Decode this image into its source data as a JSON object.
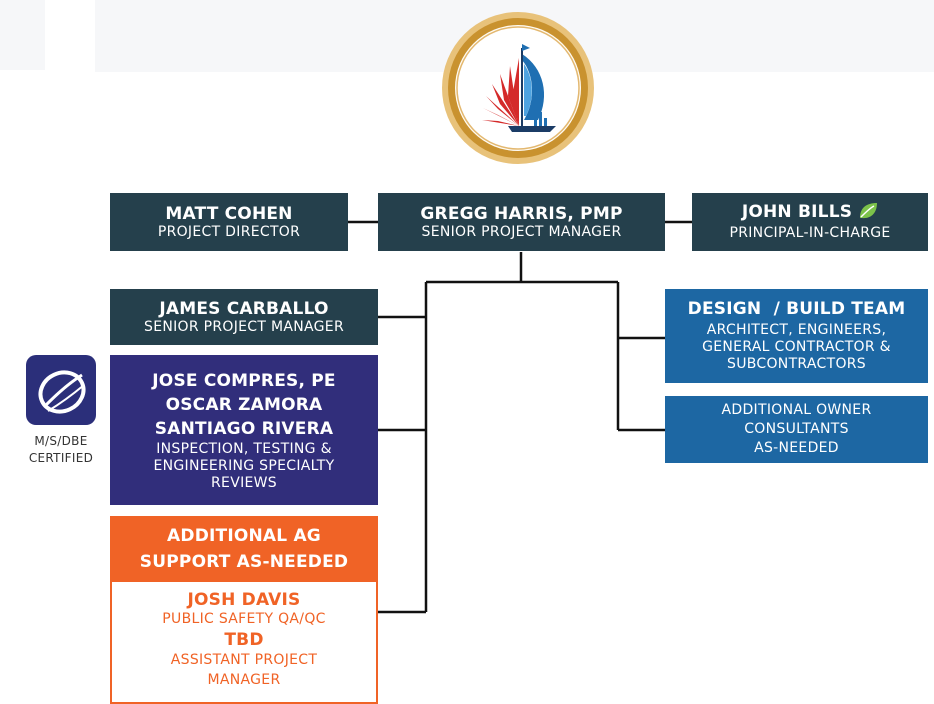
{
  "top_row": {
    "left": {
      "name": "MATT COHEN",
      "role": "PROJECT DIRECTOR"
    },
    "center": {
      "name": "GREGG HARRIS, PMP",
      "role": "SENIOR PROJECT MANAGER"
    },
    "right": {
      "name": "JOHN BILLS",
      "role": "PRINCIPAL-IN-CHARGE"
    }
  },
  "left_column": {
    "carballo": {
      "name": "JAMES CARBALLO",
      "role": "SENIOR PROJECT MANAGER"
    },
    "inspection_team": {
      "names": [
        "JOSE COMPRES, PE",
        "OSCAR ZAMORA",
        "SANTIAGO RIVERA"
      ],
      "roles": [
        "INSPECTION, TESTING &",
        "ENGINEERING SPECIALTY",
        "REVIEWS"
      ]
    },
    "ag_support": {
      "lines": [
        "ADDITIONAL AG",
        "SUPPORT AS-NEEDED"
      ]
    },
    "ag_members": {
      "josh": {
        "name": "JOSH DAVIS",
        "role": "PUBLIC SAFETY QA/QC"
      },
      "tbd": {
        "name": "TBD",
        "roles": [
          "ASSISTANT PROJECT",
          "MANAGER"
        ]
      }
    }
  },
  "right_column": {
    "design_build": {
      "name": "DESIGN  / BUILD TEAM",
      "roles": [
        "ARCHITECT, ENGINEERS,",
        "GENERAL CONTRACTOR &",
        "SUBCONTRACTORS"
      ]
    },
    "owner_consultants": {
      "roles": [
        "ADDITIONAL OWNER",
        "CONSULTANTS",
        "AS-NEEDED"
      ]
    }
  },
  "badge": {
    "icon": "msdbe-logo-icon",
    "label_lines": [
      "M/S/DBE",
      "CERTIFIED"
    ]
  },
  "logo": {
    "icon": "city-seal-sailboat-icon"
  },
  "colors": {
    "dark_box": "#25404c",
    "purple_box": "#312e7b",
    "blue_box": "#1d67a3",
    "orange": "#f06326",
    "logo_ring": "#c9922f",
    "leaf": "#7cc24a"
  }
}
